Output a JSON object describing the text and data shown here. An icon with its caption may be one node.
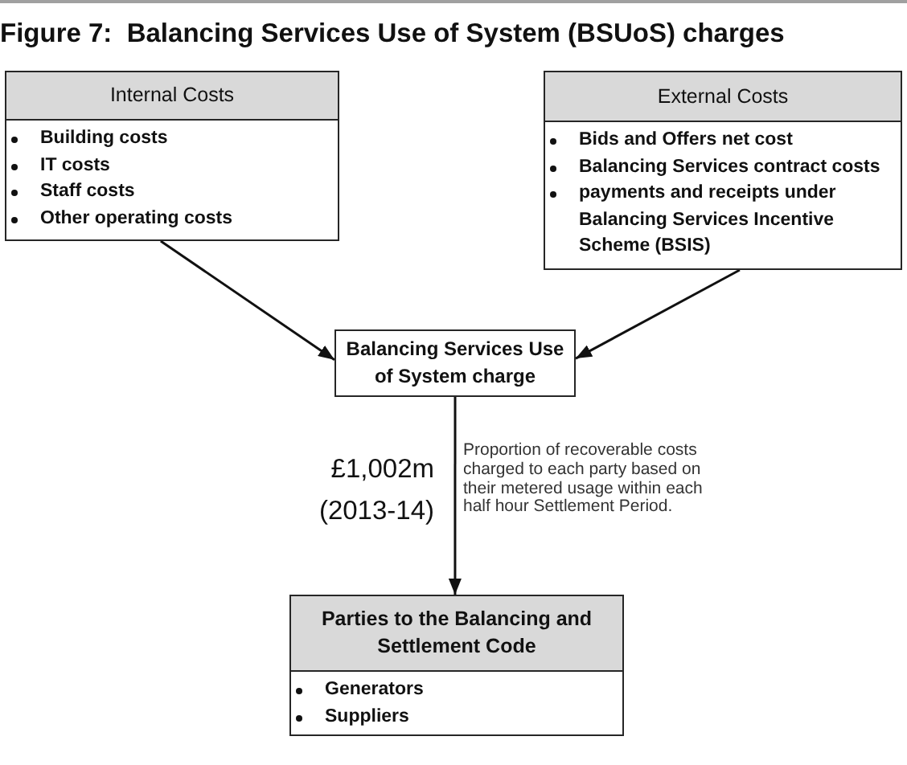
{
  "diagram": {
    "title": "Figure 7:  Balancing Services Use of System (BSUoS) charges",
    "nodes": [
      {
        "text": [
          "Internal Costs",
          "Building costs",
          "IT costs",
          "Staff costs",
          "Other operating costs"
        ]
      },
      {
        "text": [
          "External Costs",
          "Bids and Offers net cost",
          "Balancing Services contract costs",
          "payments and receipts under Balancing Services Incentive Scheme (BSIS)"
        ]
      },
      {
        "text": [
          "Balancing Services Use of System charge"
        ]
      },
      {
        "text": [
          "Parties to the Balancing and Settlement Code",
          "Generators",
          "Suppliers"
        ]
      }
    ],
    "edges": [
      {
        "from": 0,
        "to": 2,
        "arrow": "to"
      },
      {
        "from": 1,
        "to": 2,
        "arrow": "to"
      },
      {
        "from": 2,
        "to": 3,
        "arrow": "to",
        "label": "£1,002m (2013-14)"
      }
    ],
    "labels": [
      "Proportion of recoverable costs charged to each party based on their metered usage within each half hour Settlement Period."
    ]
  }
}
